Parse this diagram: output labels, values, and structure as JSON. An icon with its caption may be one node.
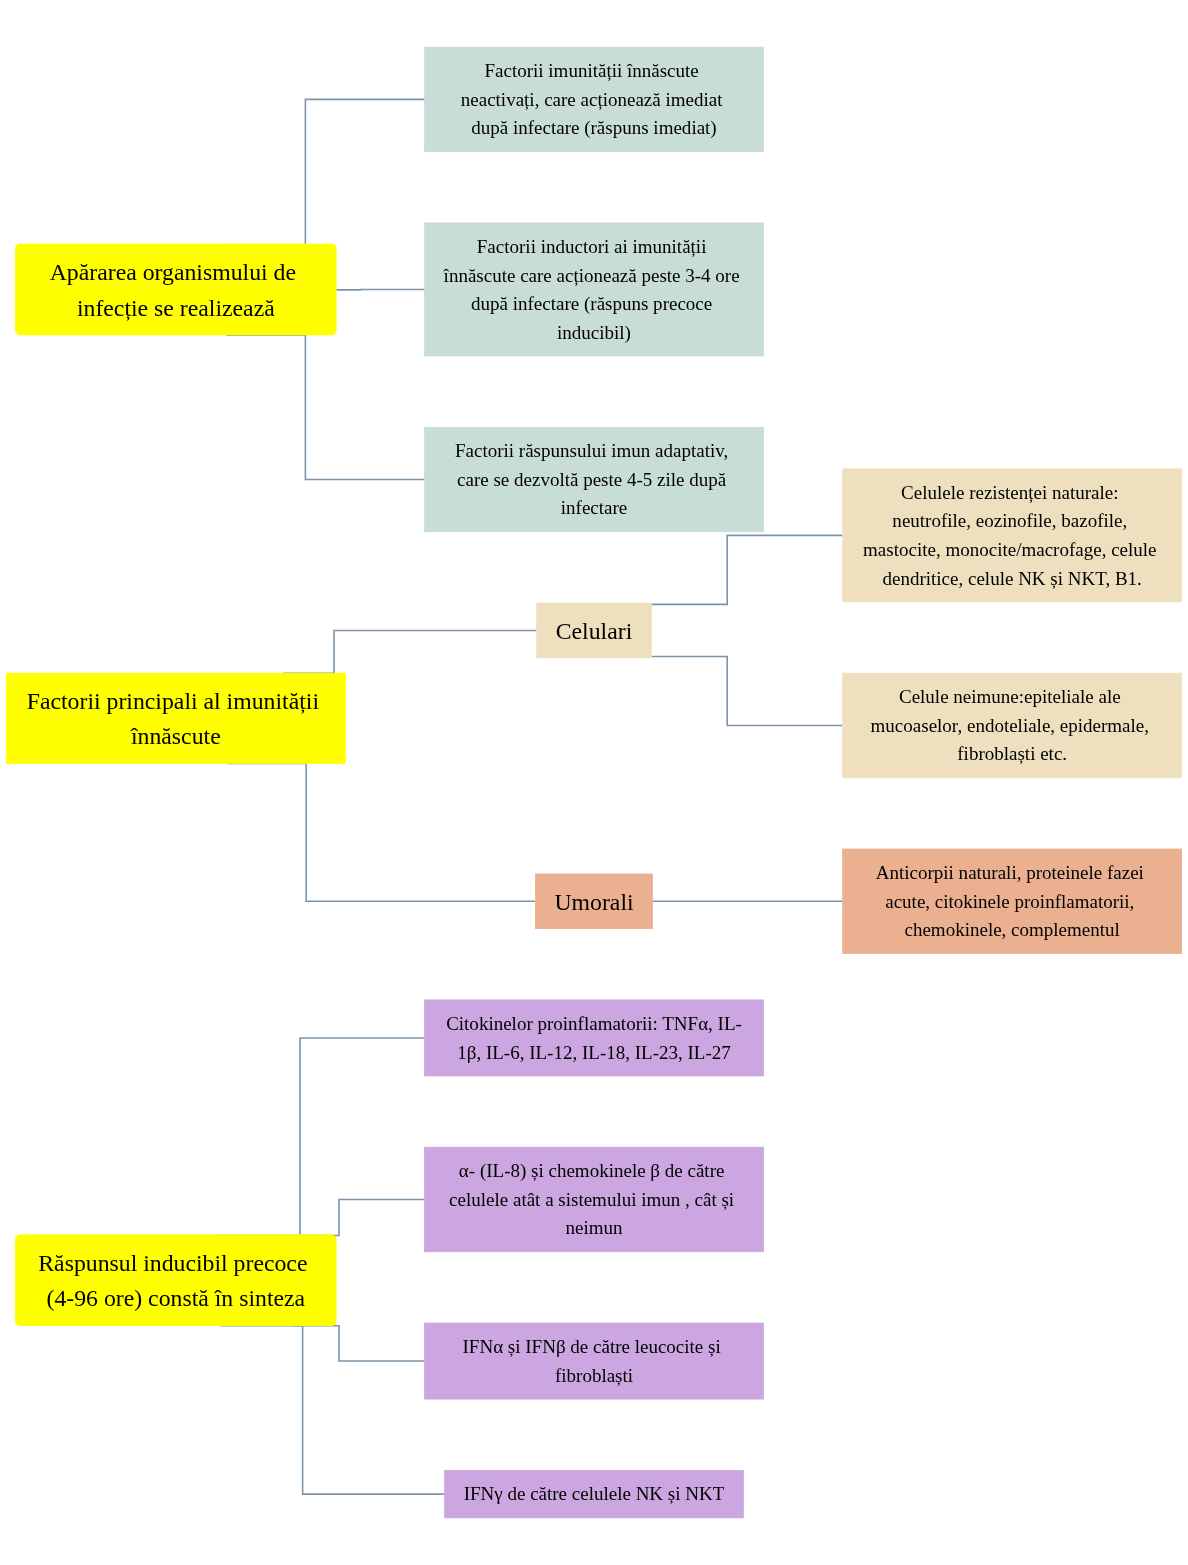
{
  "diagram": {
    "nodes": [
      {
        "text": [
          "Apărarea organismului de infecție se realizează"
        ]
      },
      {
        "text": [
          "Factorii imunității înnăscute neactivați, care acționează imediat după infectare (răspuns imediat)"
        ]
      },
      {
        "text": [
          "Factorii inductori ai imunității înnăscute care acționează peste 3-4 ore după infectare (răspuns precoce inducibil)"
        ]
      },
      {
        "text": [
          "Factorii răspunsului imun adaptativ, care se dezvoltă peste 4-5 zile după infectare"
        ]
      },
      {
        "text": [
          "Factorii principali al imunității înnăscute"
        ]
      },
      {
        "text": [
          "Celulari"
        ]
      },
      {
        "text": [
          "Celulele rezistenței naturale: neutrofile, eozinofile, bazofile, mastocite, monocite/macrofage, celule dendritice, celule NK și NKT, B1."
        ]
      },
      {
        "text": [
          "Celule neimune:epiteliale ale mucoaselor, endoteliale, epidermale, fibroblaști etc."
        ]
      },
      {
        "text": [
          "Umorali"
        ]
      },
      {
        "text": [
          "Anticorpii naturali, proteinele fazei acute, citokinele proinflamatorii, chemokinele, complementul"
        ]
      },
      {
        "text": [
          "Răspunsul inducibil precoce (4-96 ore) constă în sinteza"
        ]
      },
      {
        "text": [
          "Citokinelor proinflamatorii: TNFα, IL-1β, IL-6, IL-12, IL-18, IL-23, IL-27"
        ]
      },
      {
        "text": [
          "α- (IL-8) și chemokinele β de către celulele atât a sistemului imun , cât și neimun"
        ]
      },
      {
        "text": [
          "IFNα și IFNβ de către leucocite și fibroblaști"
        ]
      },
      {
        "text": [
          "IFNγ de către celulele NK și NKT"
        ]
      }
    ],
    "edges": [
      {
        "from": 0,
        "to": 1,
        "arrow": "none"
      },
      {
        "from": 0,
        "to": 2,
        "arrow": "none"
      },
      {
        "from": 0,
        "to": 3,
        "arrow": "none"
      },
      {
        "from": 4,
        "to": 5,
        "arrow": "none"
      },
      {
        "from": 4,
        "to": 8,
        "arrow": "none"
      },
      {
        "from": 5,
        "to": 6,
        "arrow": "none"
      },
      {
        "from": 5,
        "to": 7,
        "arrow": "none"
      },
      {
        "from": 8,
        "to": 9,
        "arrow": "none"
      },
      {
        "from": 10,
        "to": 11,
        "arrow": "none"
      },
      {
        "from": 10,
        "to": 12,
        "arrow": "none"
      },
      {
        "from": 10,
        "to": 13,
        "arrow": "none"
      },
      {
        "from": 10,
        "to": 14,
        "arrow": "none"
      }
    ]
  }
}
